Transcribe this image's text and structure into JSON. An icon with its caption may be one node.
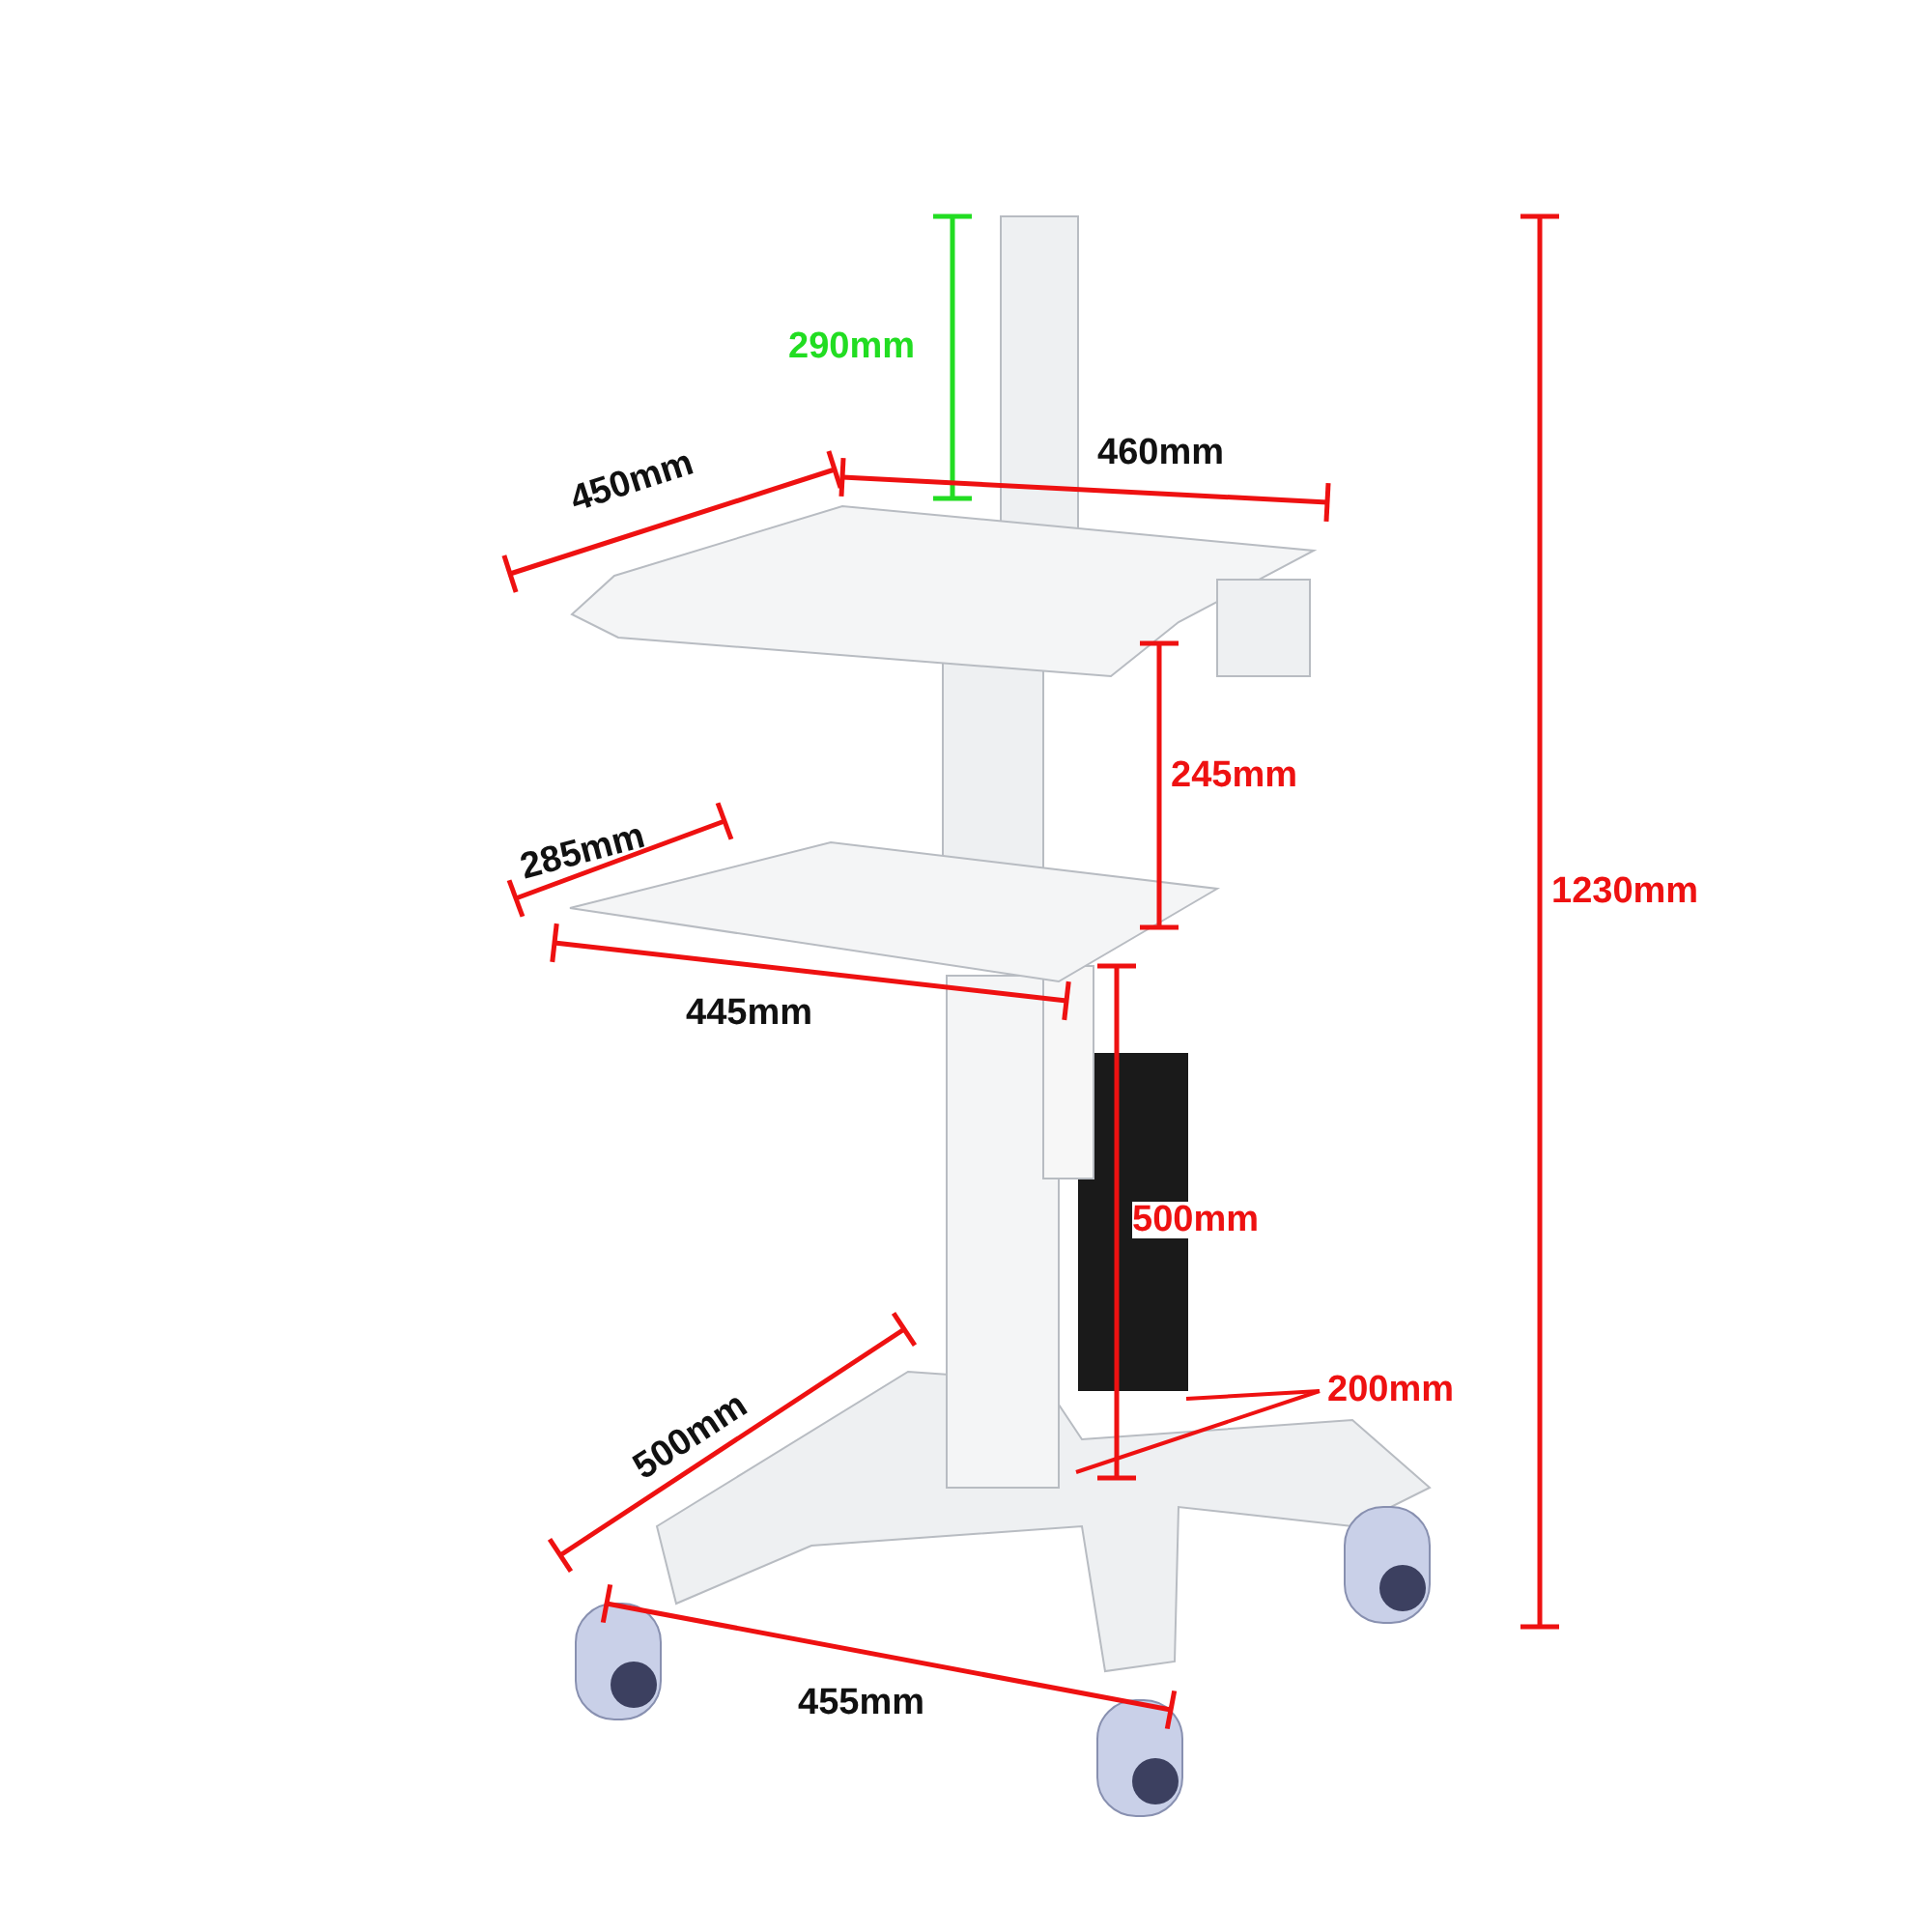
{
  "diagram": {
    "labels": [
      "290mm",
      "460mm",
      "450mm",
      "245mm",
      "1230mm",
      "285mm",
      "445mm",
      "500mm",
      "200mm",
      "500mm",
      "455mm"
    ]
  }
}
